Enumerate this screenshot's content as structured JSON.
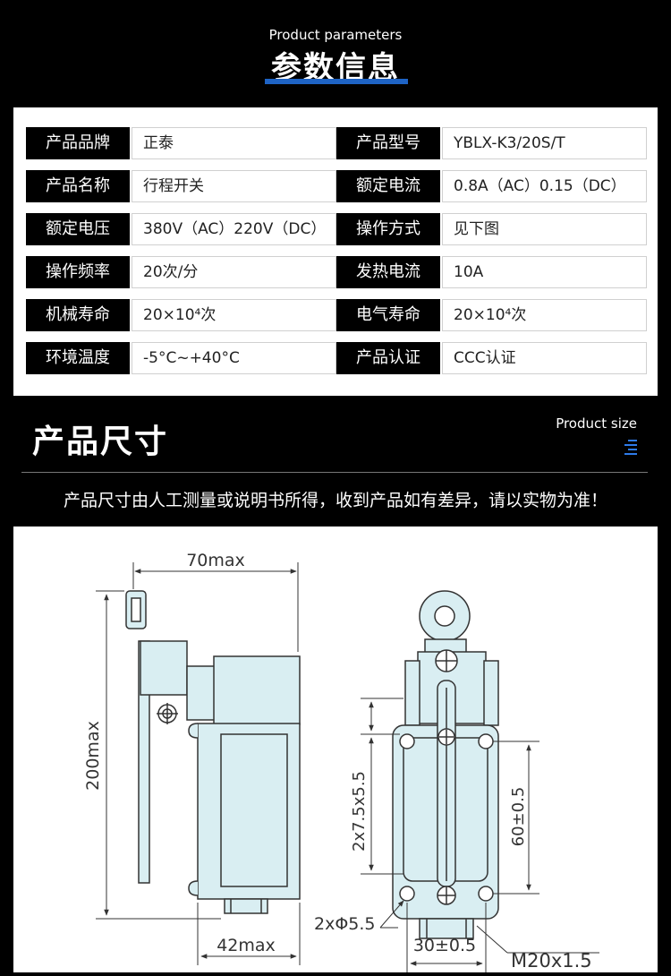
{
  "header": {
    "subtitle_en": "Product parameters",
    "title_zh": "参数信息"
  },
  "params": [
    {
      "k1": "产品品牌",
      "v1": "正泰",
      "k2": "产品型号",
      "v2": "YBLX-K3/20S/T"
    },
    {
      "k1": "产品名称",
      "v1": "行程开关",
      "k2": "额定电流",
      "v2": "0.8A（AC）0.15（DC）"
    },
    {
      "k1": "额定电压",
      "v1": "380V（AC）220V（DC）",
      "k2": "操作方式",
      "v2": "见下图"
    },
    {
      "k1": "操作频率",
      "v1": "20次/分",
      "k2": "发热电流",
      "v2": "10A"
    },
    {
      "k1": "机械寿命",
      "v1": "20×10⁴次",
      "k2": "电气寿命",
      "v2": "20×10⁴次"
    },
    {
      "k1": "环境温度",
      "v1": "-5°C~+40°C",
      "k2": "产品认证",
      "v2": "CCC认证"
    }
  ],
  "size_section": {
    "title_zh": "产品尺寸",
    "title_en": "Product size",
    "notice": "产品尺寸由人工测量或说明书所得，收到产品如有差异，请以实物为准！"
  },
  "drawing": {
    "dim_width": "70max",
    "dim_height": "200max",
    "dim_body_width": "42max",
    "dim_slot": "2x7.5x5.5",
    "dim_hole_spacing": "60±0.5",
    "dim_holes": "2xΦ5.5",
    "dim_base": "30±0.5",
    "dim_thread": "M20x1.5"
  },
  "colors": {
    "accent": "#1e63c4",
    "body_fill": "#d9eef2",
    "line": "#333333"
  }
}
